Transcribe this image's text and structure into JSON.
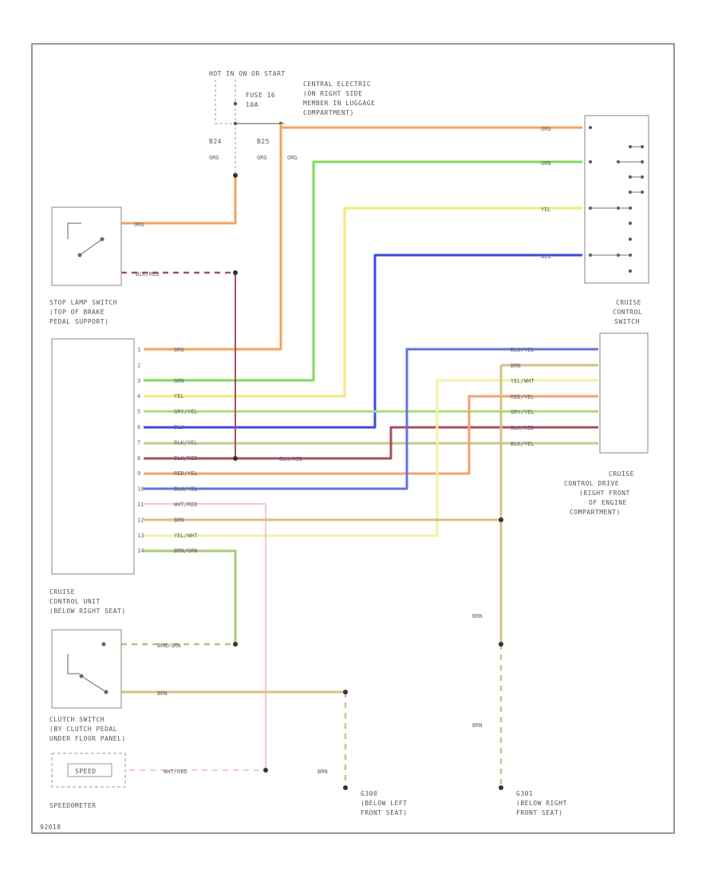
{
  "header": {
    "hot_at_all_times": "HOT IN ON OR START",
    "fuse_name": "FUSE 16",
    "fuse_rating": "10A",
    "central_electric": [
      "CENTRAL ELECTRIC",
      "(ON RIGHT SIDE",
      "MEMBER IN LUGGAGE",
      "COMPARTMENT)"
    ],
    "terminal_left": "B24",
    "terminal_right": "B25",
    "org_1": "ORG",
    "org_2": "ORG",
    "org_3": "ORG"
  },
  "components": {
    "stop_lamp_switch": [
      "STOP LAMP SWITCH",
      "(TOP OF BRAKE",
      "PEDAL SUPPORT)"
    ],
    "cruise_control_unit": [
      "CRUISE",
      "CONTROL UNIT",
      "(BELOW RIGHT SEAT)"
    ],
    "clutch_switch": [
      "CLUTCH SWITCH",
      "(BY CLUTCH PEDAL",
      "UNDER FLOOR PANEL)"
    ],
    "speedometer_box": "SPEED",
    "speedometer": "SPEEDOMETER",
    "cruise_control_switch": [
      "CRUISE",
      "CONTROL",
      "SWITCH"
    ],
    "cruise_control_drive": [
      "CRUISE",
      "CONTROL DRIVE",
      "(RIGHT FRONT",
      "OF ENGINE",
      "COMPARTMENT)"
    ],
    "ground_left": [
      "G300",
      "(BELOW LEFT",
      "FRONT SEAT)"
    ],
    "ground_right": [
      "G301",
      "(BELOW RIGHT",
      "FRONT SEAT)"
    ]
  },
  "wires": {
    "stop_org": "ORG",
    "stop_blk_red": "BLK/RED",
    "right_org": "ORG",
    "right_grn": "GRN",
    "right_yel": "YEL",
    "right_blu": "BLU",
    "unit_pins": [
      "1",
      "2",
      "3",
      "4",
      "5",
      "6",
      "7",
      "8",
      "9",
      "10",
      "11",
      "12",
      "13",
      "14"
    ],
    "unit_wires": [
      "ORG",
      "",
      "GRN",
      "YEL",
      "GRY/YEL",
      "BLU",
      "BLK/YEL",
      "BLK/RED",
      "RED/YEL",
      "BLU/YEL",
      "WHT/RED",
      "BRN",
      "YEL/WHT",
      "BRN/GRN"
    ],
    "mid_blk_red": "BLK/RED",
    "switch_wires": [
      "BLU/YEL",
      "BRN",
      "YEL/WHT",
      "RED/YEL",
      "GRY/YEL",
      "BLK/RED",
      "BLK/YEL"
    ],
    "clutch_brn_grn": "BRN/GRN",
    "clutch_brn": "BRN",
    "speedo_wht_red": "WHT/RED",
    "ground_brn_1": "BRN",
    "ground_brn_2": "BRN",
    "ground_brn_3": "BRN"
  },
  "footer": {
    "code": "92018"
  },
  "colors": {
    "org": "#f5a35c",
    "grn": "#7fdc5a",
    "yel": "#f2ea7a",
    "blu": "#3a4be0",
    "gry_yel": "#a4e07a",
    "blk_yel": "#c9c890",
    "blk_red": "#a5505a",
    "red_yel": "#f4a070",
    "blu_yel": "#6870e0",
    "wht_red": "#f0b8b8",
    "brn": "#d4c08a",
    "yel_wht": "#f5f0a0",
    "brn_grn": "#a8c878"
  }
}
